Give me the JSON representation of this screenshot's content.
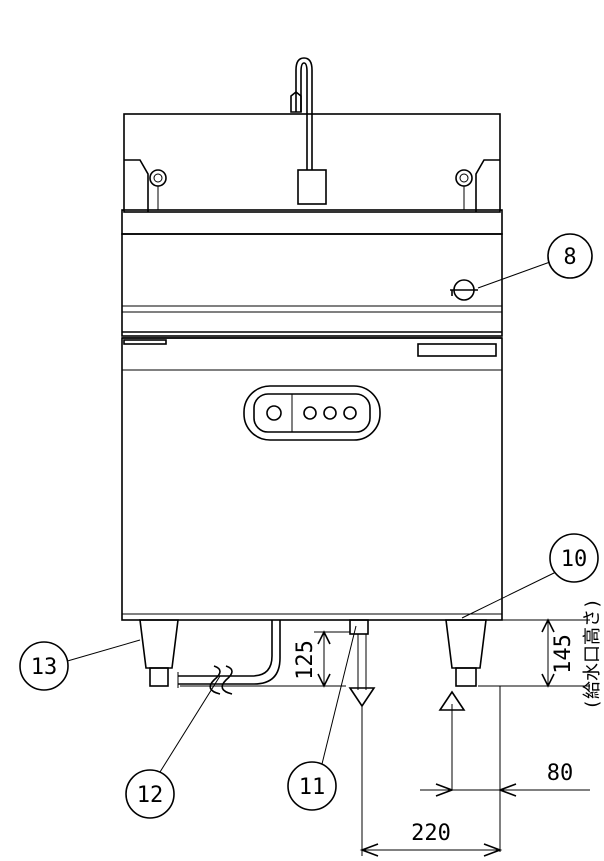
{
  "callouts": {
    "c8": "8",
    "c10": "10",
    "c11": "11",
    "c12": "12",
    "c13": "13"
  },
  "dimensions": {
    "d125": "125",
    "d145": "145",
    "d145_note": "(給水口高さ)",
    "d80": "80",
    "d220": "220"
  }
}
